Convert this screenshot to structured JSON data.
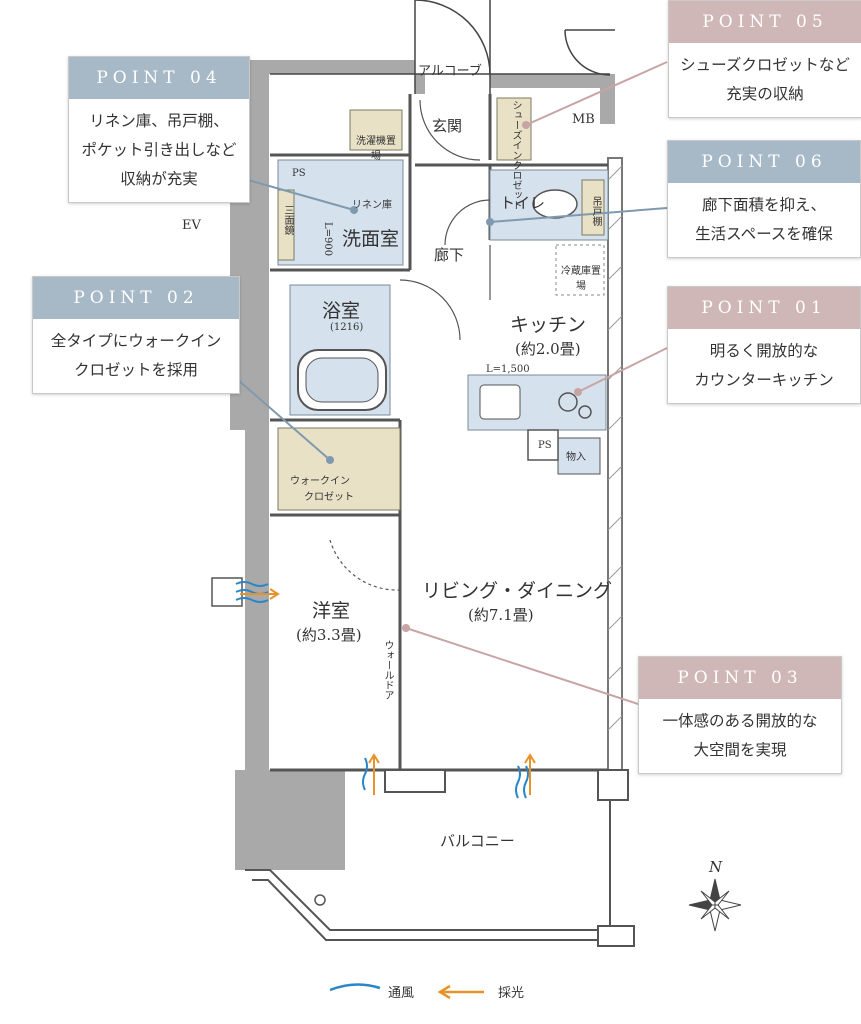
{
  "points": [
    {
      "id": "p05",
      "title": "POINT 05",
      "lines": [
        "シューズクロゼットなど",
        "充実の収納"
      ]
    },
    {
      "id": "p04",
      "title": "POINT 04",
      "lines": [
        "リネン庫、吊戸棚、",
        "ポケット引き出しなど",
        "収納が充実"
      ]
    },
    {
      "id": "p06",
      "title": "POINT 06",
      "lines": [
        "廊下面積を抑え、",
        "生活スペースを確保"
      ]
    },
    {
      "id": "p02",
      "title": "POINT 02",
      "lines": [
        "全タイプにウォークイン",
        "クロゼットを採用"
      ]
    },
    {
      "id": "p01",
      "title": "POINT 01",
      "lines": [
        "明るく開放的な",
        "カウンターキッチン"
      ]
    },
    {
      "id": "p03",
      "title": "POINT 03",
      "lines": [
        "一体感のある開放的な",
        "大空間を実現"
      ]
    }
  ],
  "rooms": {
    "alcove": "アルコーブ",
    "entrance": "玄関",
    "shoes": "シューズインクロゼット",
    "mb": "MB",
    "ps1": "PS",
    "washer": "洗濯機置場",
    "linen": "リネン庫",
    "washroom": "洗面室",
    "vanity": "三面鏡",
    "vanity_dim": "L=900",
    "ev": "EV",
    "toilet": "トイレ",
    "hanger": "吊戸棚",
    "hallway": "廊下",
    "fridge": "冷蔵庫置場",
    "bath": "浴室",
    "bath_size": "(1216)",
    "kitchen": "キッチン",
    "kitchen_size": "(約2.0畳)",
    "counter": "L=1,500",
    "ps2": "PS",
    "storage": "物入",
    "wic": "ウォークイン",
    "wic2": "クロゼット",
    "living": "リビング・ダイニング",
    "living_size": "(約7.1畳)",
    "western": "洋室",
    "western_size": "(約3.3畳)",
    "wall_door": "ウォールドア",
    "balcony": "バルコニー"
  },
  "compass": "N",
  "legend": {
    "ventilation": "通風",
    "daylight": "採光"
  },
  "colors": {
    "card_blue": "#a7b8c7",
    "card_pink": "#cfb7b7",
    "room_blue": "#d6e1ee",
    "storage_tan": "#e8e1c6",
    "wall": "#aaaaaa",
    "wind": "#2a86c8",
    "light": "#e8922a"
  }
}
